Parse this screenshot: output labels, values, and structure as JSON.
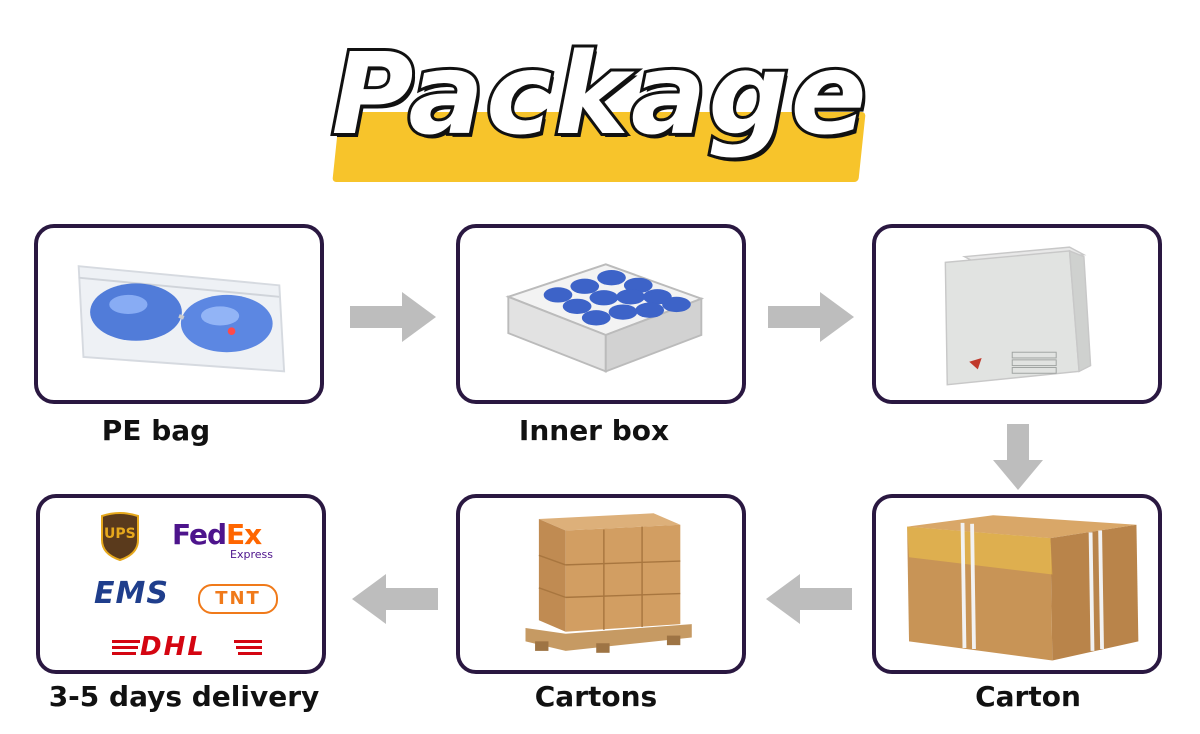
{
  "title": "Package",
  "stages": [
    {
      "label": "PE bag"
    },
    {
      "label": "Inner box"
    },
    {
      "label": ""
    },
    {
      "label": "Carton"
    },
    {
      "label": "Cartons"
    },
    {
      "label": "3-5 days delivery"
    }
  ],
  "carriers": {
    "ups": "UPS",
    "fedex_fed": "Fed",
    "fedex_ex": "Ex",
    "fedex_express": "Express",
    "ems": "EMS",
    "tnt": "TNT",
    "dhl": "DHL"
  },
  "colors": {
    "frame": "#2A1841",
    "arrow": "#BDBDBD",
    "highlight": "#F7C42B",
    "ups_brown": "#5A3A1C",
    "ups_gold": "#E6A81C",
    "fedex_purple": "#4D148C",
    "fedex_orange": "#FF6600",
    "ems_blue": "#1F3E8C",
    "tnt_orange": "#F07A1A",
    "dhl_red": "#D40511"
  }
}
